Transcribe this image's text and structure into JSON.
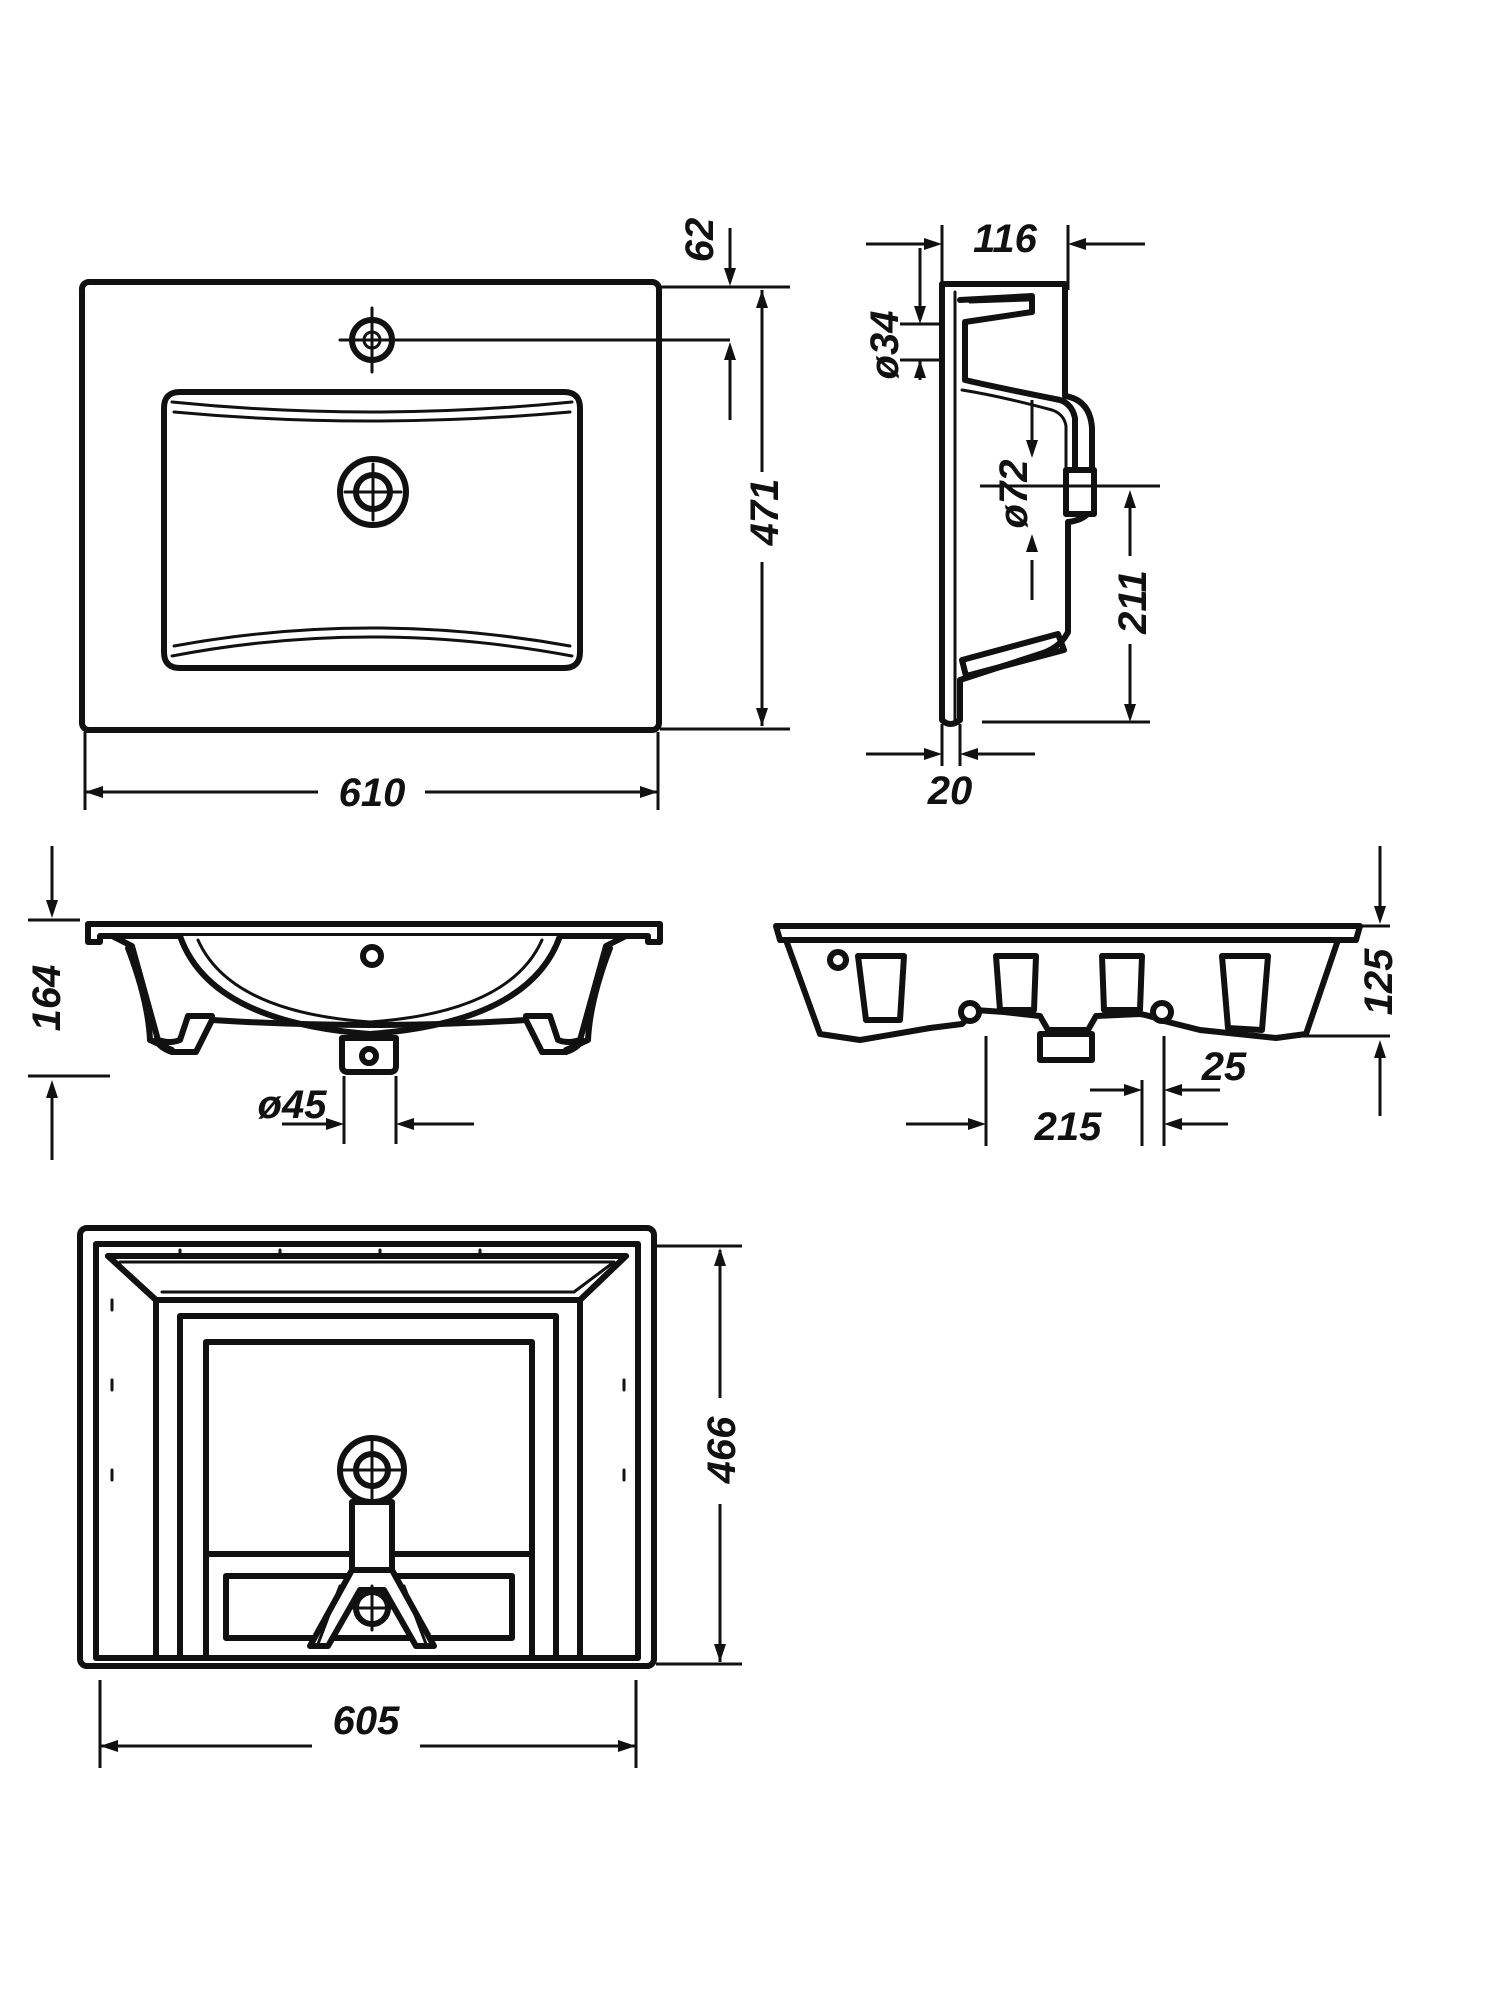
{
  "views": {
    "top": {
      "dims": {
        "width": "610",
        "depth": "471",
        "tap_offset": "62"
      }
    },
    "side": {
      "dims": {
        "depth": "116",
        "tap_hole": "ø34",
        "drain_hole": "ø72",
        "drain_height": "211",
        "rim": "20"
      }
    },
    "front": {
      "dims": {
        "height": "164",
        "drain_dia": "ø45"
      }
    },
    "back": {
      "dims": {
        "height": "125",
        "spacing": "215",
        "width_small": "25"
      }
    },
    "bottom": {
      "dims": {
        "width": "605",
        "depth": "466"
      }
    }
  },
  "colors": {
    "ink": "#111111",
    "paper": "#ffffff"
  }
}
